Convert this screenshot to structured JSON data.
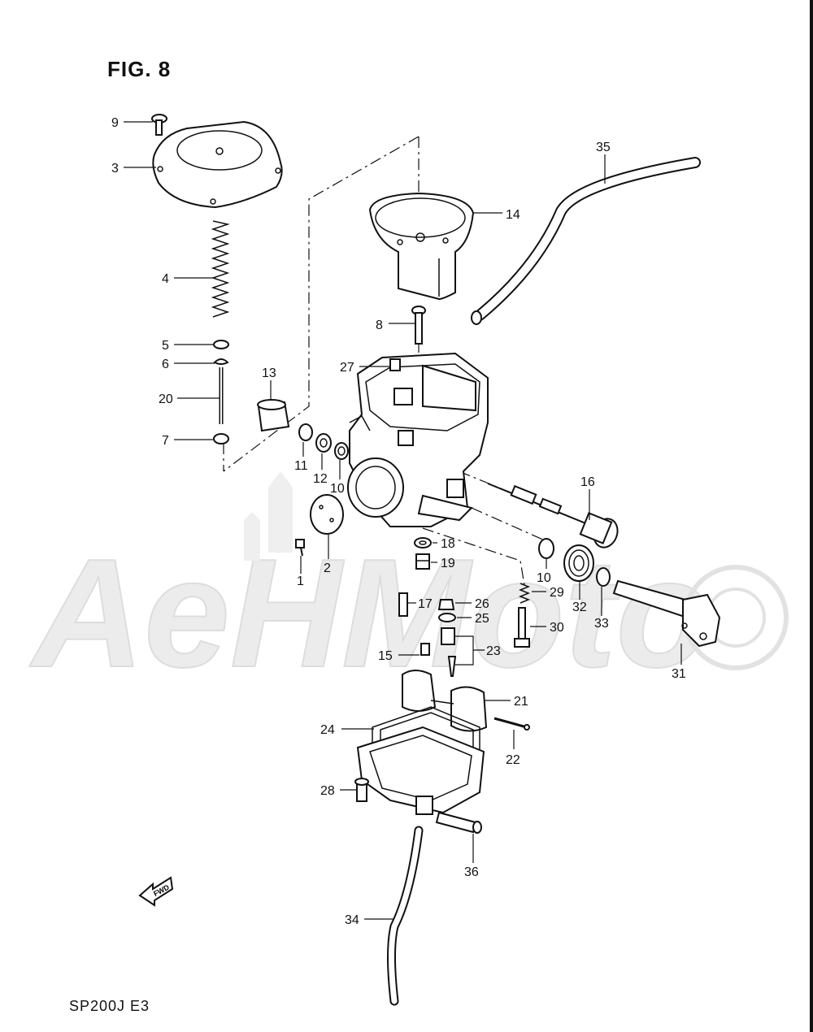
{
  "figure_label": "FIG. 8",
  "model_code": "SP200J  E3",
  "watermark": "AeHMoto",
  "fwd_arrow_text": "FWD",
  "callouts": {
    "c1": "1",
    "c2": "2",
    "c3": "3",
    "c4": "4",
    "c5": "5",
    "c6": "6",
    "c7": "7",
    "c8": "8",
    "c9": "9",
    "c10a": "10",
    "c10b": "10",
    "c11": "11",
    "c12": "12",
    "c13": "13",
    "c14": "14",
    "c15": "15",
    "c16": "16",
    "c17": "17",
    "c18": "18",
    "c19": "19",
    "c20": "20",
    "c21": "21",
    "c22": "22",
    "c23": "23",
    "c24": "24",
    "c25": "25",
    "c26": "26",
    "c27": "27",
    "c28": "28",
    "c29": "29",
    "c30": "30",
    "c31": "31",
    "c32": "32",
    "c33": "33",
    "c34": "34",
    "c35": "35",
    "c36": "36"
  },
  "colors": {
    "ink": "#111111",
    "watermark": "#e6e6e6",
    "background": "#ffffff"
  }
}
